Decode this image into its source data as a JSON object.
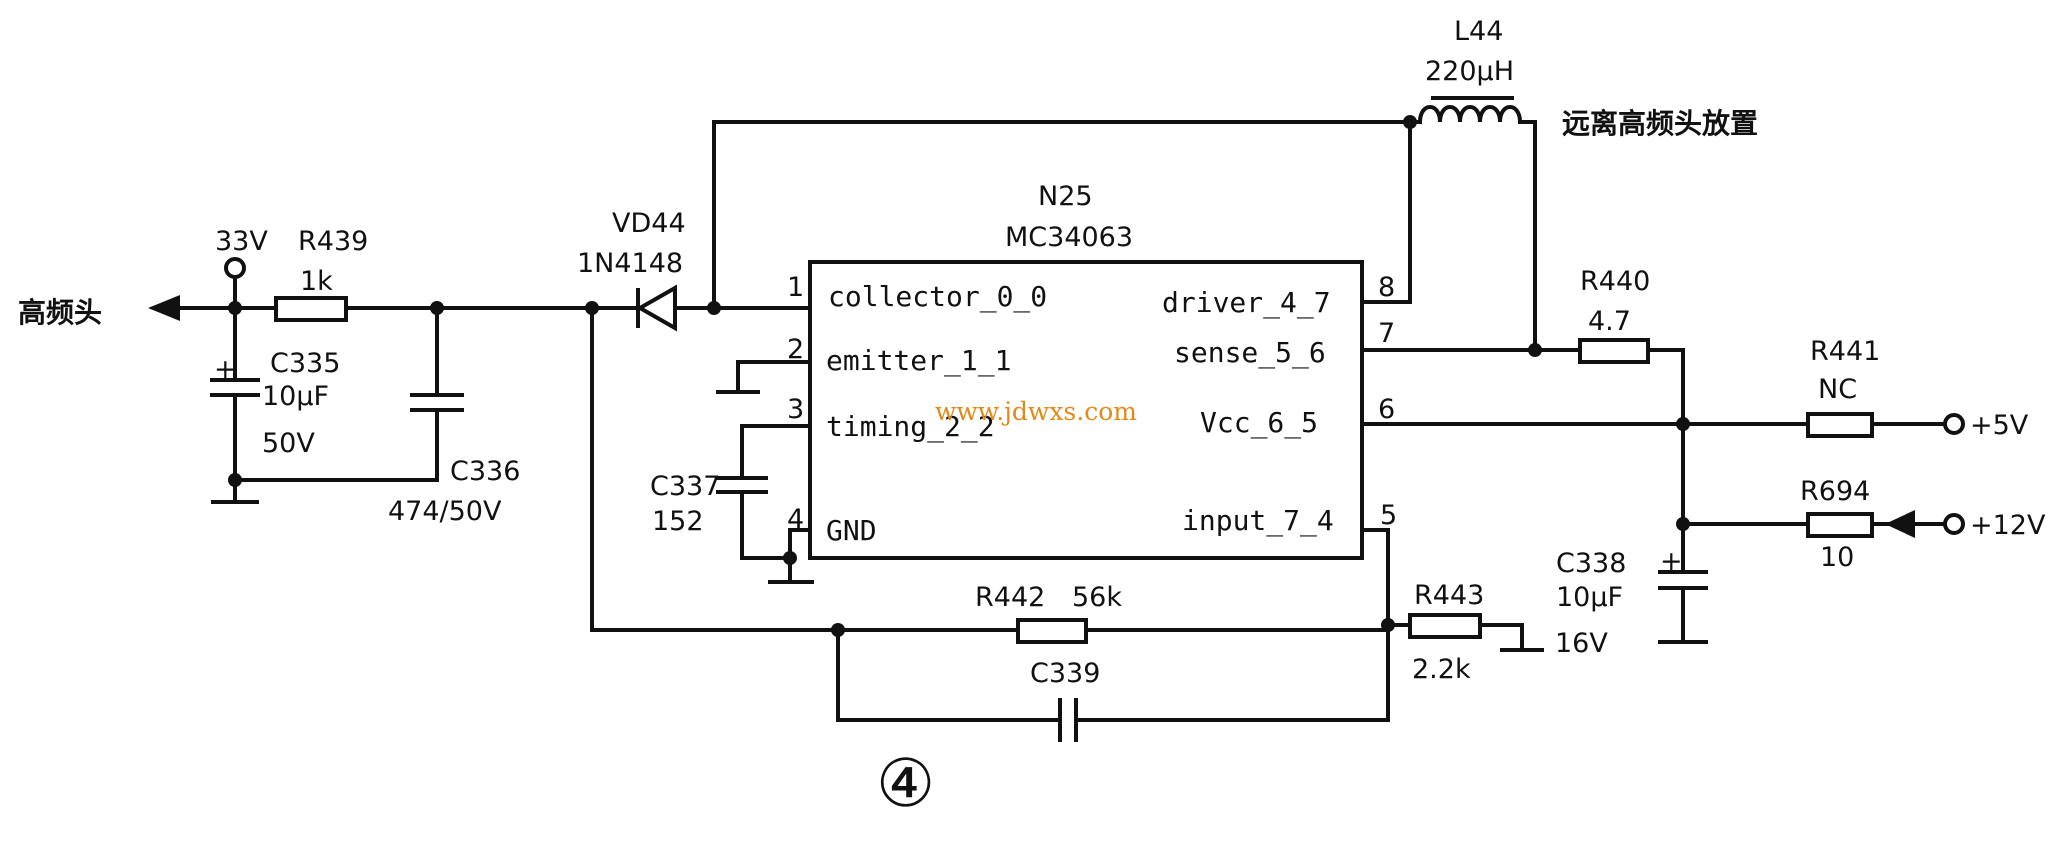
{
  "chip": {
    "ref": "N25",
    "part": "MC34063",
    "pins": {
      "p1": {
        "num": "1",
        "name": "collector_0_0"
      },
      "p2": {
        "num": "2",
        "name": "emitter_1_1"
      },
      "p3": {
        "num": "3",
        "name": "timing_2_2"
      },
      "p4": {
        "num": "4",
        "name": "GND"
      },
      "p8": {
        "num": "8",
        "name": "driver_4_7"
      },
      "p7": {
        "num": "7",
        "name": "sense_5_6"
      },
      "p6": {
        "num": "6",
        "name": "Vcc_6_5"
      },
      "p5": {
        "num": "5",
        "name": "input_7_4"
      }
    }
  },
  "labels": {
    "tuner_out": "高频头",
    "v33": "33V",
    "r439": "R439",
    "r439_val": "1k",
    "c335": "C335",
    "c335_val": "10μF",
    "c335_volt": "50V",
    "c336": "C336",
    "c336_val": "474/50V",
    "vd44": "VD44",
    "vd44_part": "1N4148",
    "l44": "L44",
    "l44_val": "220μH",
    "l44_note": "远离高频头放置",
    "c337": "C337",
    "c337_val": "152",
    "r440": "R440",
    "r440_val": "4.7",
    "r441": "R441",
    "r441_val": "NC",
    "plus5v": "+5V",
    "r694": "R694",
    "r694_val": "10",
    "plus12v": "+12V",
    "c338": "C338",
    "c338_val": "10μF",
    "c338_volt": "16V",
    "r442": "R442",
    "r442_val": "56k",
    "r443": "R443",
    "r443_val": "2.2k",
    "c339": "C339",
    "figure_num": "④",
    "watermark": "www.jdwxs.com"
  }
}
